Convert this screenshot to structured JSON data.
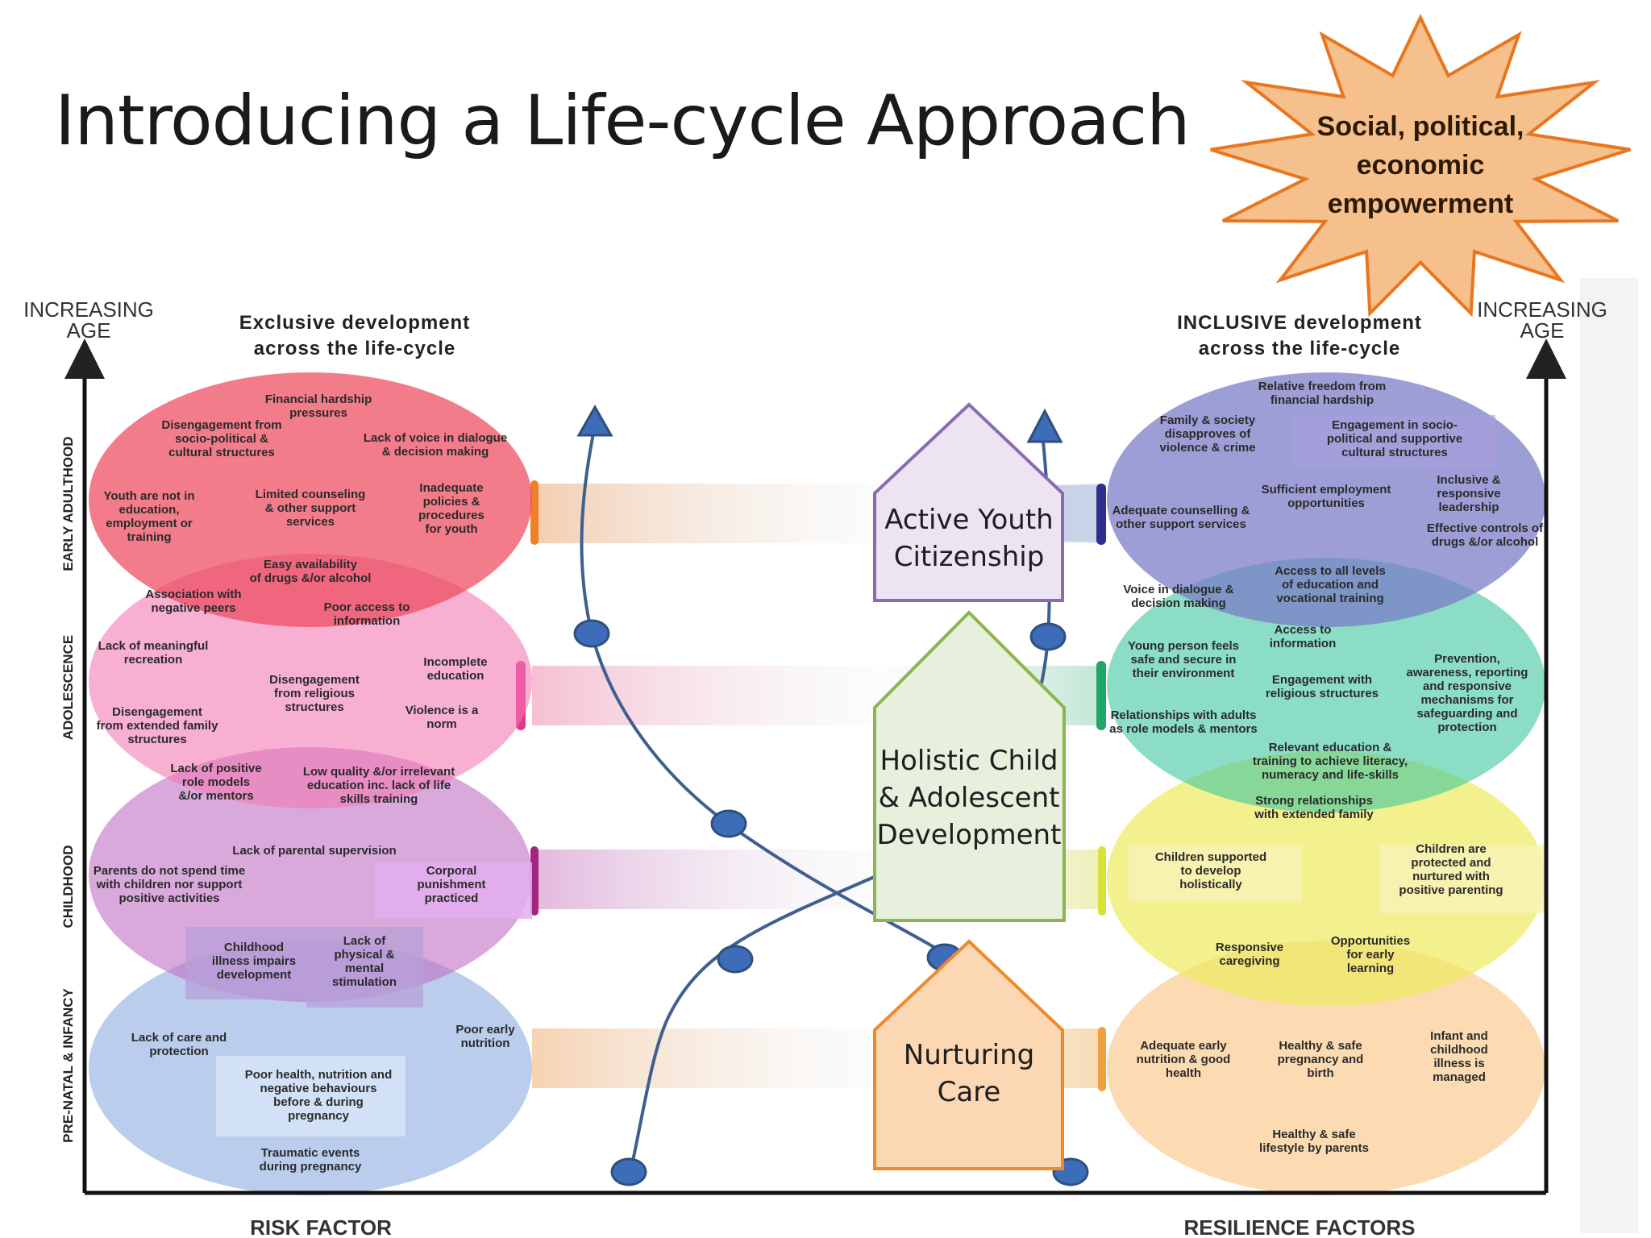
{
  "title": "Introducing a Life-cycle Approach",
  "star": {
    "lines": [
      "Social, political,",
      "economic",
      "empowerment"
    ],
    "fill": "#f6c08c",
    "stroke": "#e8761e"
  },
  "axis": {
    "left_label": [
      "INCREASING",
      "AGE"
    ],
    "right_label": [
      "INCREASING",
      "AGE"
    ]
  },
  "left_header": [
    "Exclusive development",
    "across the life-cycle"
  ],
  "right_header": [
    "INCLUSIVE development",
    "across the life-cycle"
  ],
  "stages": [
    "EARLY ADULTHOOD",
    "ADOLESCENCE",
    "CHILDHOOD",
    "PRE-NATAL & INFANCY"
  ],
  "footer": {
    "left": "RISK FACTOR",
    "right": "RESILIENCE FACTORS"
  },
  "houses": [
    {
      "lines": [
        "Active Youth",
        "Citizenship"
      ],
      "fill": "#ece4f3",
      "stroke": "#8b6bb0"
    },
    {
      "lines": [
        "Holistic Child",
        "& Adolescent",
        "Development"
      ],
      "fill": "#e7f0dc",
      "stroke": "#8bb552"
    },
    {
      "lines": [
        "Nurturing",
        "Care"
      ],
      "fill": "#fbd7b3",
      "stroke": "#ef8a2c"
    }
  ],
  "left_texts": [
    "Financial hardship|pressures",
    "Disengagement from|socio-political &|cultural structures",
    "Lack of voice in dialogue|& decision making",
    "Youth are not in|education,|employment or|training",
    "Limited counseling|& other support|services",
    "Inadequate|policies &|procedures|for youth",
    "Easy availability|of drugs &/or alcohol",
    "Association with|negative peers",
    "Poor access to|information",
    "Lack of meaningful|recreation",
    "Incomplete|education",
    "Disengagement|from religious|structures",
    "Violence is a|norm",
    "Disengagement|from extended family|structures",
    "Lack of positive|role models|&/or mentors",
    "Low quality &/or irrelevant|education inc. lack of life|skills training",
    "Lack of parental supervision",
    "Parents do not spend time|with children nor support|positive activities",
    "Corporal|punishment|practiced",
    "Childhood|illness impairs|development",
    "Lack of|physical &|mental|stimulation",
    "Lack of care and|protection",
    "Poor early|nutrition",
    "Poor health, nutrition and|negative behaviours|before & during|pregnancy",
    "Traumatic events|during pregnancy"
  ],
  "right_texts": [
    "Relative freedom from|financial hardship",
    "Family & society|disapproves of|violence & crime",
    "Engagement in socio-|political and supportive|cultural structures",
    "Sufficient employment|opportunities",
    "Inclusive &|responsive|leadership",
    "Adequate counselling &|other support services",
    "Effective controls of|drugs &/or alcohol",
    "Access to all levels|of education and|vocational training",
    "Voice in dialogue &|decision making",
    "Access to|information",
    "Young person feels|safe and secure in|their environment",
    "Prevention,|awareness, reporting|and responsive|mechanisms for|safeguarding and|protection",
    "Engagement with|religious structures",
    "Relationships with adults|as role models & mentors",
    "Relevant education &|training to achieve literacy,|numeracy and life-skills",
    "Strong relationships|with extended family",
    "Children supported|to develop|holistically",
    "Children are|protected and|nurtured with|positive parenting",
    "Responsive|caregiving",
    "Opportunities|for early|learning",
    "Adequate early|nutrition & good|health",
    "Healthy & safe|pregnancy and|birth",
    "Infant and|childhood|illness is|managed",
    "Healthy & safe|lifestyle by parents"
  ]
}
